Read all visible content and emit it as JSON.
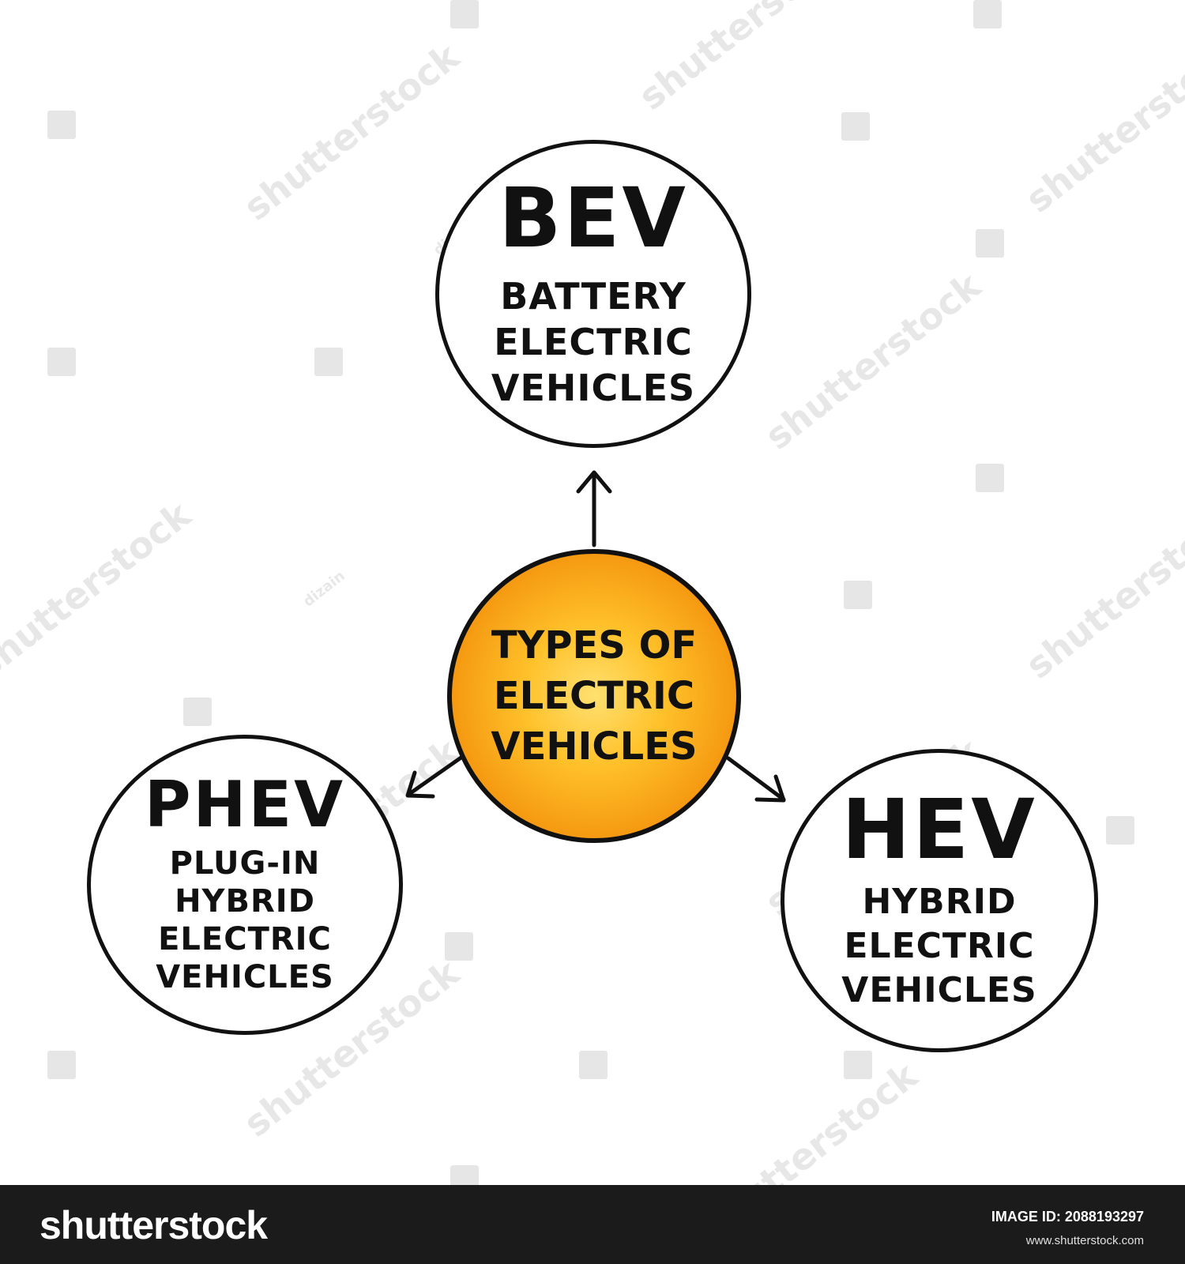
{
  "diagram": {
    "center": {
      "lines": [
        "TYPES OF",
        "ELECTRIC",
        "VEHICLES"
      ],
      "fill_color": "#f59a12"
    },
    "nodes": [
      {
        "id": "bev",
        "abbr": "BEV",
        "lines": [
          "BATTERY",
          "ELECTRIC",
          "VEHICLES"
        ]
      },
      {
        "id": "phev",
        "abbr": "PHEV",
        "lines": [
          "PLUG-IN",
          "HYBRID",
          "ELECTRIC",
          "VEHICLES"
        ]
      },
      {
        "id": "hev",
        "abbr": "HEV",
        "lines": [
          "HYBRID",
          "ELECTRIC",
          "VEHICLES"
        ]
      }
    ],
    "edges": [
      {
        "from": "center",
        "to": "bev"
      },
      {
        "from": "center",
        "to": "phev"
      },
      {
        "from": "center",
        "to": "hev"
      }
    ]
  },
  "watermark": {
    "text": "shutterstock",
    "author": "dizain"
  },
  "footer": {
    "logo": "shutterstock",
    "image_id": "IMAGE ID: 2088193297",
    "url": "www.shutterstock.com"
  }
}
